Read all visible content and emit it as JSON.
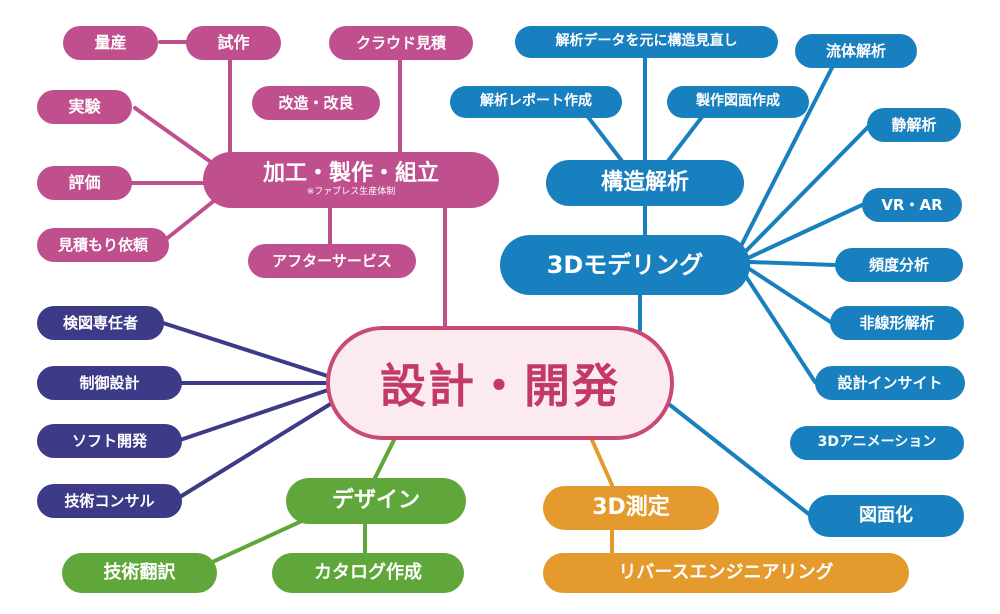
{
  "center": "設計・開発",
  "groups": {
    "fabrication": {
      "color": "#c0508d",
      "hub": "加工・製作・組立",
      "hub_note": "※ファブレス生産体制",
      "items": [
        "量産",
        "試作",
        "クラウド見積",
        "改造・改良",
        "実験",
        "評価",
        "見積もり依頼",
        "アフターサービス"
      ]
    },
    "modeling": {
      "color": "#1980bf",
      "hub": "3Dモデリング",
      "sub_hub": "構造解析",
      "analysis_items": [
        "解析データを元に構造見直し",
        "解析レポート作成",
        "製作図面作成"
      ],
      "items": [
        "流体解析",
        "静解析",
        "VR・AR",
        "頻度分析",
        "非線形解析",
        "設計インサイト",
        "3Dアニメーション",
        "図面化"
      ]
    },
    "engineering": {
      "color": "#3d3b88",
      "items": [
        "検図専任者",
        "制御設計",
        "ソフト開発",
        "技術コンサル"
      ]
    },
    "design": {
      "color": "#5fa73a",
      "hub": "デザイン",
      "items": [
        "技術翻訳",
        "カタログ作成"
      ]
    },
    "measurement": {
      "color": "#e49a2c",
      "hub": "3D測定",
      "items": [
        "リバースエンジニアリング"
      ]
    }
  }
}
